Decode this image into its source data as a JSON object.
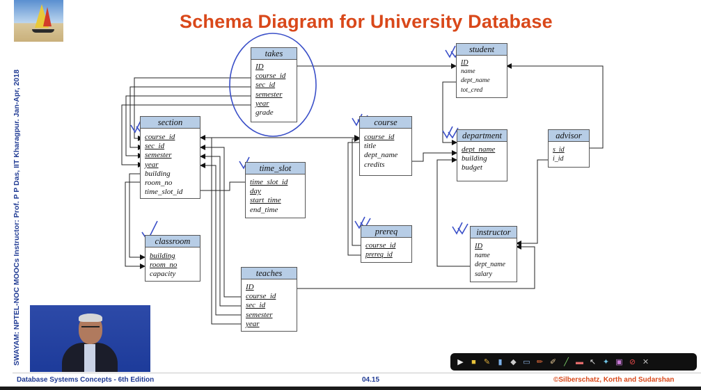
{
  "title": "Schema Diagram for University Database",
  "side_text": "SWAYAM: NPTEL-NOC MOOCs Instructor: Prof. P P Das, IIT Kharagpur. Jan-Apr, 2018",
  "footer": {
    "left": "Database Systems Concepts - 6th Edition",
    "page": "04.15",
    "right": "©Silberschatz, Korth and Sudarshan"
  },
  "colors": {
    "title": "#d9481a",
    "header": "#b7cde6",
    "ink": "#3a4fc8",
    "side_text": "#1f3a93"
  },
  "tables": {
    "takes": {
      "name": "takes",
      "attrs": [
        "ID",
        "course_id",
        "sec_id",
        "semester",
        "year",
        "grade"
      ]
    },
    "student": {
      "name": "student",
      "attrs": [
        "ID",
        "name",
        "dept_name",
        "tot_cred"
      ]
    },
    "section": {
      "name": "section",
      "attrs": [
        "course_id",
        "sec_id",
        "semester",
        "year",
        "building",
        "room_no",
        "time_slot_id"
      ]
    },
    "course": {
      "name": "course",
      "attrs": [
        "course_id",
        "title",
        "dept_name",
        "credits"
      ]
    },
    "department": {
      "name": "department",
      "attrs": [
        "dept_name",
        "building",
        "budget"
      ]
    },
    "advisor": {
      "name": "advisor",
      "attrs": [
        "s_id",
        "i_id"
      ]
    },
    "time_slot": {
      "name": "time_slot",
      "attrs": [
        "time_slot_id",
        "day",
        "start_time",
        "end_time"
      ]
    },
    "prereq": {
      "name": "prereq",
      "attrs": [
        "course_id",
        "prereq_id"
      ]
    },
    "instructor": {
      "name": "instructor",
      "attrs": [
        "ID",
        "name",
        "dept_name",
        "salary"
      ]
    },
    "classroom": {
      "name": "classroom",
      "attrs": [
        "building",
        "room_no",
        "capacity"
      ]
    },
    "teaches": {
      "name": "teaches",
      "attrs": [
        "ID",
        "course_id",
        "sec_id",
        "semester",
        "year"
      ]
    }
  },
  "toolbar_icons": [
    "cursor-icon",
    "folder-icon",
    "pen-icon",
    "highlighter-icon",
    "eraser-icon",
    "screen-icon",
    "marker-icon",
    "brush-icon",
    "shape-icon",
    "text-icon",
    "pointer-icon",
    "color-icon",
    "palette-icon",
    "clear-icon",
    "close-icon"
  ]
}
